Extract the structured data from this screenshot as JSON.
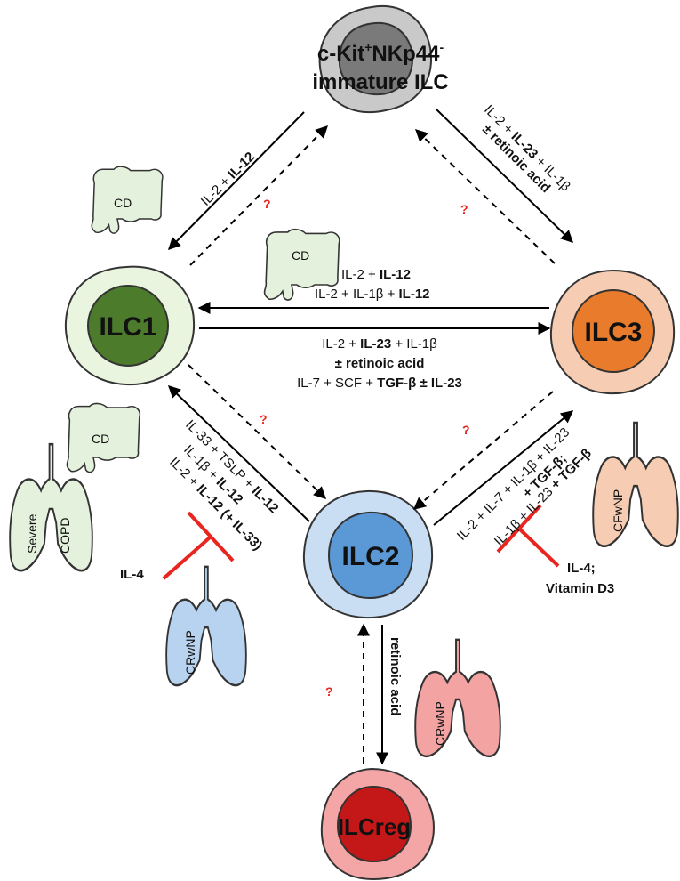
{
  "colors": {
    "arrow": "#000000",
    "inhibit": "#e8251f",
    "question": "#e8251f",
    "ilc1_outer": "#e9f5df",
    "ilc1_inner": "#4b7b2b",
    "ilc3_outer": "#f6cdb3",
    "ilc3_inner": "#e87b2c",
    "ilc2_outer": "#c9def3",
    "ilc2_inner": "#5b98d6",
    "ilcreg_outer": "#f4a6a6",
    "ilcreg_inner": "#c41818",
    "immature_outer": "#c9c9c9",
    "immature_inner": "#7a7a7a",
    "gut": "#e4f2dd",
    "lung_severe": "#e4f2dd",
    "lung_cfwnp": "#f6cdb3",
    "lung_crwnp_blue": "#b8d3ef",
    "lung_crwnp_red": "#f4a3a3"
  },
  "top_cell": {
    "line1": "c-Kit",
    "line1_sup_plus": "+",
    "line1_mid": "NKp44",
    "line1_sup_minus": "-",
    "line2": "immature ILC"
  },
  "cells": {
    "ilc1": "ILC1",
    "ilc3": "ILC3",
    "ilc2": "ILC2",
    "ilcreg": "ILCreg"
  },
  "question_mark": "?",
  "edges": {
    "imm_to_ilc1": {
      "a": "IL-2 + ",
      "b": "IL-12"
    },
    "imm_to_ilc3_l1": {
      "a": "IL-2 + ",
      "b": "IL-23",
      "c": " + IL-1β"
    },
    "imm_to_ilc3_l2": "± retinoic acid",
    "ilc3_to_ilc1_l1": {
      "a": "IL-2 + ",
      "b": "IL-12"
    },
    "ilc3_to_ilc1_l2": {
      "a": "IL-2 + IL-1β + ",
      "b": "IL-12"
    },
    "ilc1_to_ilc3_l1": {
      "a": "IL-2 + ",
      "b": "IL-23",
      "c": " + IL-1β"
    },
    "ilc1_to_ilc3_l2": "± retinoic acid",
    "ilc1_to_ilc3_l3": {
      "a": "IL-7 + SCF + ",
      "b": "TGF-β ± IL-23"
    },
    "ilc2_to_ilc1_l1": {
      "a": "IL-33 + TSLP + ",
      "b": "IL-12"
    },
    "ilc2_to_ilc1_l2": {
      "a": "IL-1β + ",
      "b": "IL-12"
    },
    "ilc2_to_ilc1_l3": {
      "a": "IL-2 + ",
      "b": "IL-12 (+ IL-33)"
    },
    "ilc2_to_ilc3_l1": "IL-2 + IL-7 + IL-1β + IL-23",
    "ilc2_to_ilc3_l2": "+ TGF-β;",
    "ilc2_to_ilc3_l3": {
      "a": "IL-1β + IL-23 ",
      "b": "+ TGF-β"
    },
    "ilc2_to_ilcreg": "retinoic acid"
  },
  "inhibitors": {
    "left": "IL-4",
    "right_l1": "IL-4;",
    "right_l2": "Vitamin D3"
  },
  "disease_labels": {
    "cd_top": "CD",
    "cd_center": "CD",
    "cd_left": "CD",
    "severe": "Severe",
    "copd": "COPD",
    "crwnp_left": "CRwNP",
    "cfwnp": "CFwNP",
    "crwnp_bottom": "CRwNP"
  }
}
